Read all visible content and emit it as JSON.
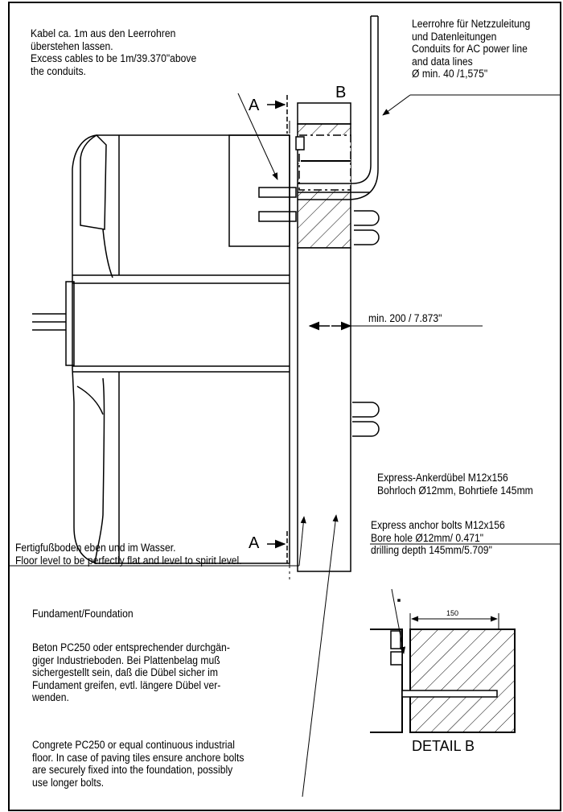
{
  "labels": {
    "section_a": "A",
    "section_b": "B",
    "detail_dim": "150",
    "detail_title": "DETAIL B"
  },
  "notes": {
    "cable_excess": [
      "Kabel ca. 1m aus den Leerrohren",
      "überstehen lassen.",
      "Excess cables to be 1m/39.370\"above",
      "the conduits."
    ],
    "conduits": [
      "Leerrohre für Netzzuleitung",
      "und Datenleitungen",
      "Conduits for AC power line",
      "and data lines",
      "Ø min. 40 /1,575\""
    ],
    "min_distance": "min.  200  / 7.873\"",
    "anchor_de": [
      "Express-Ankerdübel M12x156",
      "Bohrloch Ø12mm, Bohrtiefe 145mm"
    ],
    "anchor_en": [
      "Express anchor bolts M12x156",
      "Bore hole Ø12mm/ 0.471\"",
      "drilling depth 145mm/5.709\""
    ],
    "floor": [
      "Fertigfußboden eben und im Wasser.",
      "Floor level to be perfectly flat and level to spirit level."
    ],
    "foundation_title": "Fundament/Foundation",
    "foundation_de": [
      "Beton PC250 oder entsprechender durchgän-",
      "giger Industrieboden. Bei Plattenbelag muß",
      "sichergestellt sein, daß die Dübel sicher im",
      "Fundament greifen, evtl. längere Dübel ver-",
      "wenden."
    ],
    "foundation_en": [
      "Congrete PC250 or equal continuous industrial",
      "floor. In case of paving tiles ensure anchore bolts",
      "are securely fixed into the foundation, possibly",
      "use longer bolts."
    ]
  }
}
